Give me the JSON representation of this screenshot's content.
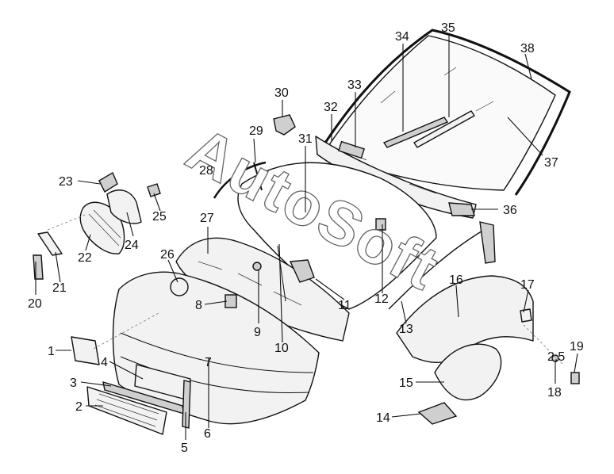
{
  "watermark": "AutoSoft",
  "callouts": [
    "1",
    "2",
    "3",
    "4",
    "5",
    "6",
    "7",
    "8",
    "9",
    "10",
    "11",
    "12",
    "13",
    "14",
    "15",
    "16",
    "17",
    "18",
    "19",
    "20",
    "21",
    "22",
    "23",
    "24",
    "25",
    "26",
    "27",
    "28",
    "29",
    "30",
    "31",
    "32",
    "33",
    "34",
    "35",
    "36",
    "37",
    "38"
  ]
}
